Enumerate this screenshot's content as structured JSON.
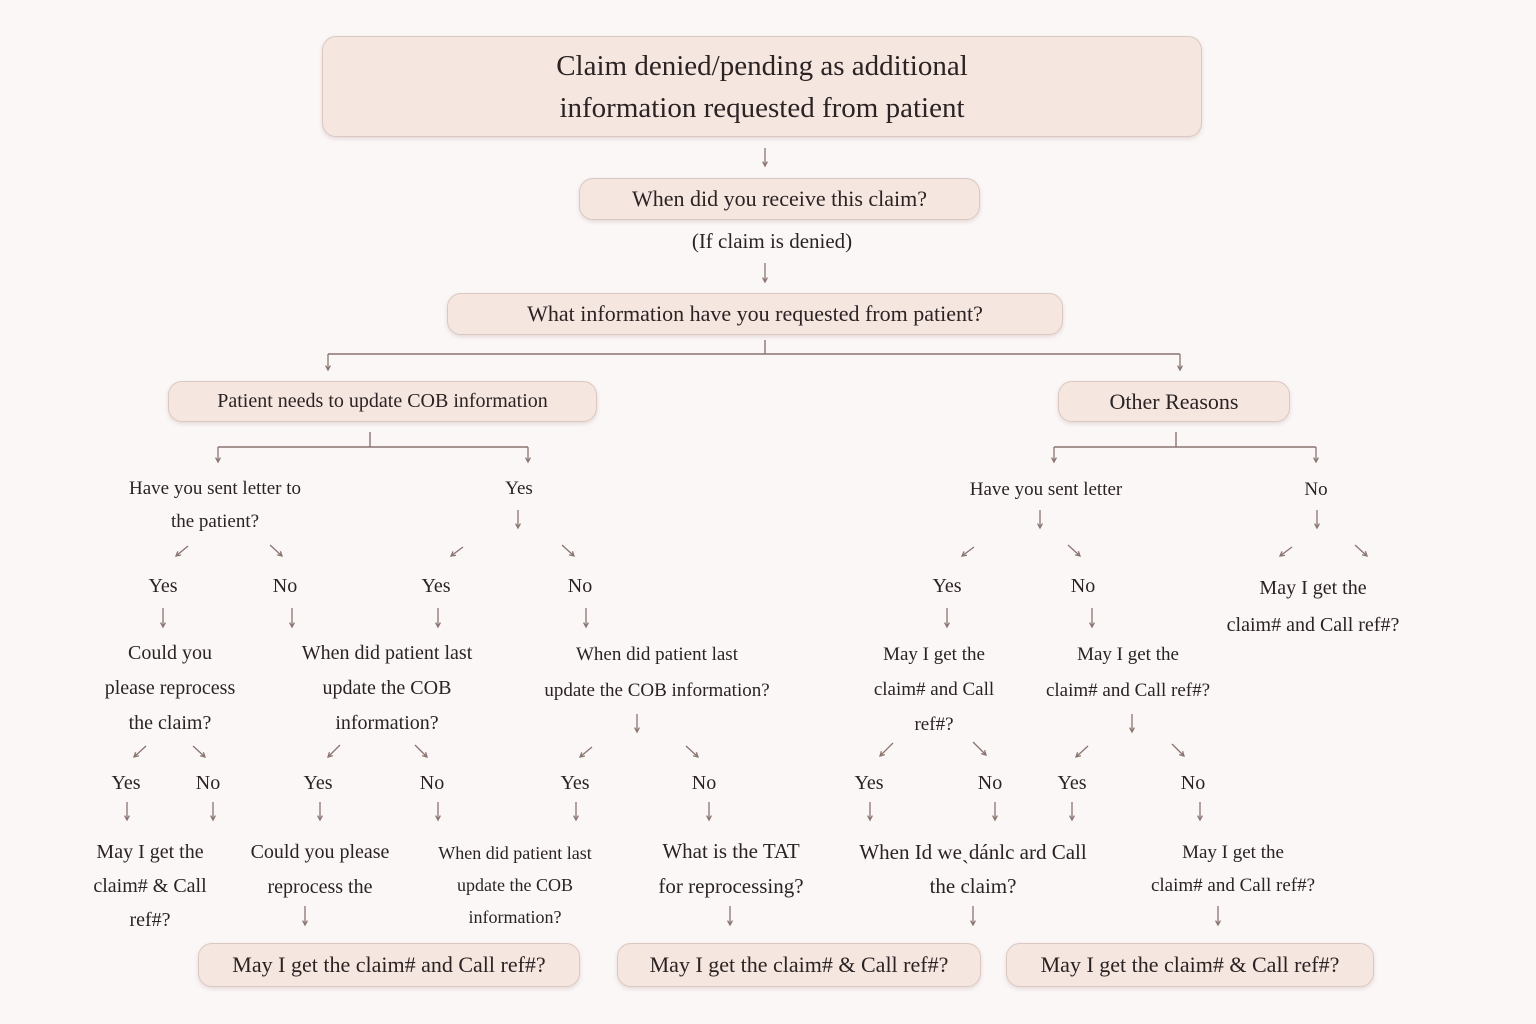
{
  "boxes": [
    {
      "name": "root-question-box",
      "lines": [
        "Claim denied/pending as additional",
        "information requested from patient"
      ]
    },
    {
      "name": "receive-claim-box",
      "lines": [
        "When did you receive this claim?"
      ]
    },
    {
      "name": "info-requested-box",
      "lines": [
        "What information have you requested from patient?"
      ]
    },
    {
      "name": "cob-update-box",
      "lines": [
        "Patient needs to update COB information"
      ]
    },
    {
      "name": "other-reasons-box",
      "lines": [
        "Other Reasons"
      ]
    },
    {
      "name": "final-box-1",
      "lines": [
        "May I get the claim#  and Call ref#?"
      ]
    },
    {
      "name": "final-box-2",
      "lines": [
        "May I get the claim# & Call ref#?"
      ]
    },
    {
      "name": "final-box-3",
      "lines": [
        "May I get the claim# & Call ref#?"
      ]
    }
  ],
  "nodes": [
    {
      "lines": [
        "(If claim is denied)"
      ]
    },
    {
      "lines": [
        "Have you sent letter to",
        "the patient?"
      ]
    },
    {
      "lines": [
        "Yes"
      ]
    },
    {
      "lines": [
        "Have you sent letter"
      ]
    },
    {
      "lines": [
        "No"
      ]
    },
    {
      "lines": [
        "Yes"
      ]
    },
    {
      "lines": [
        "No"
      ]
    },
    {
      "lines": [
        "Yes"
      ]
    },
    {
      "lines": [
        "No"
      ]
    },
    {
      "lines": [
        "Yes"
      ]
    },
    {
      "lines": [
        "No"
      ]
    },
    {
      "lines": [
        "May I get the",
        "claim# and Call ref#?"
      ]
    },
    {
      "lines": [
        "Could you",
        "please reprocess",
        "the claim?"
      ]
    },
    {
      "lines": [
        "When did patient last",
        "update the COB",
        "information?"
      ]
    },
    {
      "lines": [
        "When did patient last",
        "update the COB information?"
      ]
    },
    {
      "lines": [
        "May I get the",
        "claim# and Call",
        "ref#?"
      ]
    },
    {
      "lines": [
        "May I get the",
        "claim# and Call ref#?"
      ]
    },
    {
      "lines": [
        "Yes"
      ]
    },
    {
      "lines": [
        "No"
      ]
    },
    {
      "lines": [
        "Yes"
      ]
    },
    {
      "lines": [
        "No"
      ]
    },
    {
      "lines": [
        "Yes"
      ]
    },
    {
      "lines": [
        "No"
      ]
    },
    {
      "lines": [
        "Yes"
      ]
    },
    {
      "lines": [
        "No"
      ]
    },
    {
      "lines": [
        "Yes"
      ]
    },
    {
      "lines": [
        "No"
      ]
    },
    {
      "lines": [
        "May I get the",
        "claim# & Call",
        "ref#?"
      ]
    },
    {
      "lines": [
        "Could you please",
        "reprocess the"
      ]
    },
    {
      "lines": [
        "When did patient last",
        "update the COB",
        "information?"
      ]
    },
    {
      "lines": [
        "What is the TAT",
        "for reprocessing?"
      ]
    },
    {
      "lines": [
        "When Id weˏdánlc ard Call",
        "the claim?"
      ]
    },
    {
      "lines": [
        "May I get the",
        "claim# and Call ref#?"
      ]
    }
  ],
  "colors": {
    "box_fill": "#f5e6e0",
    "box_border": "#dcc8c0",
    "arrow": "#8a7470",
    "background": "#fbf7f7"
  }
}
